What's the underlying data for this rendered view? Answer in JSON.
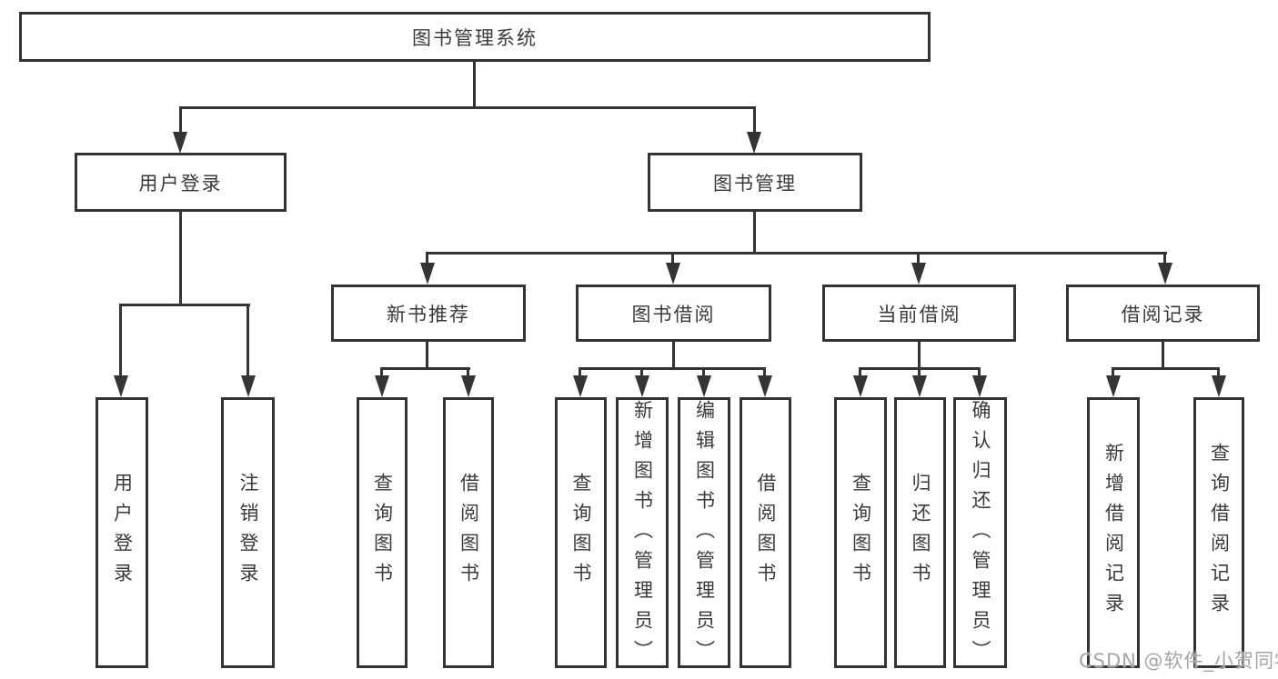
{
  "diagram": {
    "title": "图书管理系统",
    "root": {
      "label": "图书管理系统",
      "children": [
        {
          "label": "用户登录",
          "children": [
            {
              "label": "用户登录"
            },
            {
              "label": "注销登录"
            }
          ]
        },
        {
          "label": "图书管理",
          "children": [
            {
              "label": "新书推荐",
              "children": [
                {
                  "label": "查询图书"
                },
                {
                  "label": "借阅图书"
                }
              ]
            },
            {
              "label": "图书借阅",
              "children": [
                {
                  "label": "查询图书"
                },
                {
                  "label": "新增图书（管理员）"
                },
                {
                  "label": "编辑图书（管理员）"
                },
                {
                  "label": "借阅图书"
                }
              ]
            },
            {
              "label": "当前借阅",
              "children": [
                {
                  "label": "查询图书"
                },
                {
                  "label": "归还图书"
                },
                {
                  "label": "确认归还（管理员）"
                }
              ]
            },
            {
              "label": "借阅记录",
              "children": [
                {
                  "label": "新增借阅记录"
                },
                {
                  "label": "查询借阅记录"
                }
              ]
            }
          ]
        }
      ]
    },
    "colors": {
      "line": "#343434",
      "text": "#3a3a3a",
      "background": "#ffffff",
      "watermark": "#a5a5a5"
    }
  },
  "watermark": {
    "text": "CSDN @软件_小贺同学"
  }
}
